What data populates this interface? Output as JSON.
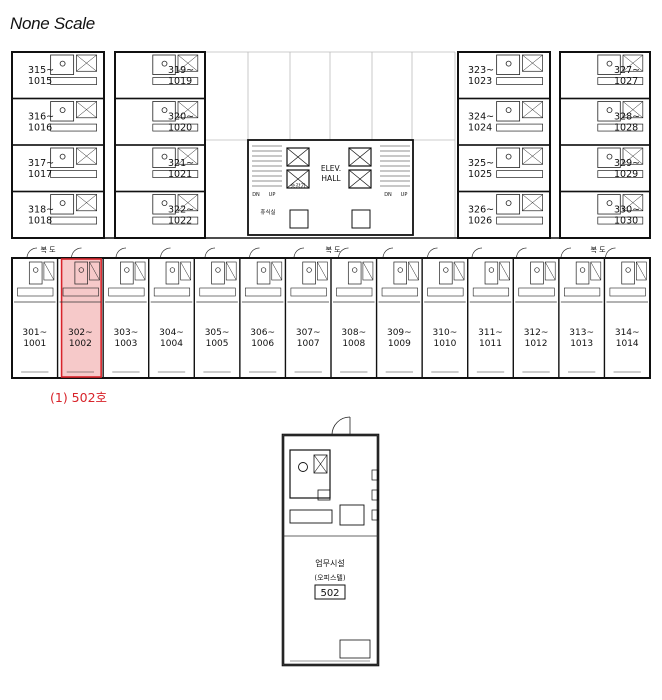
{
  "scale_label": "None Scale",
  "highlight_color": "#d8232a",
  "highlight_fill": "#f6c9c9",
  "floor_plan": {
    "corridor_label": "복 도",
    "elevator_label_1": "ELEV.",
    "elevator_label_2": "HALL",
    "core_labels": [
      "승강기",
      "휴식실",
      "DN",
      "UP",
      "DN",
      "UP"
    ],
    "left_stack": [
      {
        "top": "315~",
        "bottom": "1015"
      },
      {
        "top": "316~",
        "bottom": "1016"
      },
      {
        "top": "317~",
        "bottom": "1017"
      },
      {
        "top": "318~",
        "bottom": "1018"
      }
    ],
    "left_mid_stack": [
      {
        "top": "319~",
        "bottom": "1019"
      },
      {
        "top": "320~",
        "bottom": "1020"
      },
      {
        "top": "321~",
        "bottom": "1021"
      },
      {
        "top": "322~",
        "bottom": "1022"
      }
    ],
    "right_mid_stack": [
      {
        "top": "323~",
        "bottom": "1023"
      },
      {
        "top": "324~",
        "bottom": "1024"
      },
      {
        "top": "325~",
        "bottom": "1025"
      },
      {
        "top": "326~",
        "bottom": "1026"
      }
    ],
    "right_stack": [
      {
        "top": "327~",
        "bottom": "1027"
      },
      {
        "top": "328~",
        "bottom": "1028"
      },
      {
        "top": "329~",
        "bottom": "1029"
      },
      {
        "top": "330~",
        "bottom": "1030"
      }
    ],
    "bottom_row": [
      {
        "top": "301~",
        "bottom": "1001"
      },
      {
        "top": "302~",
        "bottom": "1002"
      },
      {
        "top": "303~",
        "bottom": "1003"
      },
      {
        "top": "304~",
        "bottom": "1004"
      },
      {
        "top": "305~",
        "bottom": "1005"
      },
      {
        "top": "306~",
        "bottom": "1006"
      },
      {
        "top": "307~",
        "bottom": "1007"
      },
      {
        "top": "308~",
        "bottom": "1008"
      },
      {
        "top": "309~",
        "bottom": "1009"
      },
      {
        "top": "310~",
        "bottom": "1010"
      },
      {
        "top": "311~",
        "bottom": "1011"
      },
      {
        "top": "312~",
        "bottom": "1012"
      },
      {
        "top": "313~",
        "bottom": "1013"
      },
      {
        "top": "314~",
        "bottom": "1014"
      }
    ],
    "highlighted_unit_index": 1
  },
  "callout_text": "(1) 502호",
  "unit_detail": {
    "use_label": "업무시설",
    "type_label": "(오피스텔)",
    "unit_number": "502"
  }
}
